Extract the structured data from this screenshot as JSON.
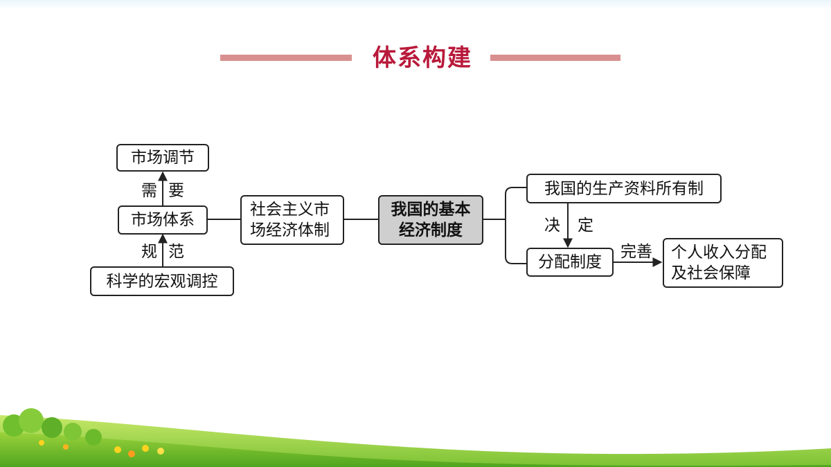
{
  "title": "体系构建",
  "nodes": {
    "market_adjust": "市场调节",
    "market_system": "市场体系",
    "macro_control": "科学的宏观调控",
    "socialist_market": "社会主义市场经济体制",
    "socialist_market_l1": "社会主义市",
    "socialist_market_l2": "场经济体制",
    "basic_system_l1": "我国的基本",
    "basic_system_l2": "经济制度",
    "ownership": "我国的生产资料所有制",
    "distribution": "分配制度",
    "income_l1": "个人收入分配",
    "income_l2": "及社会保障"
  },
  "edge_labels": {
    "need_1": "需",
    "need_2": "要",
    "regulate_1": "规",
    "regulate_2": "范",
    "decide_1": "决",
    "decide_2": "定",
    "improve": "完善"
  },
  "colors": {
    "title": "#b8193a",
    "title_line": "#d98f8f",
    "center_fill": "#cfcfcf",
    "border": "#222222"
  }
}
